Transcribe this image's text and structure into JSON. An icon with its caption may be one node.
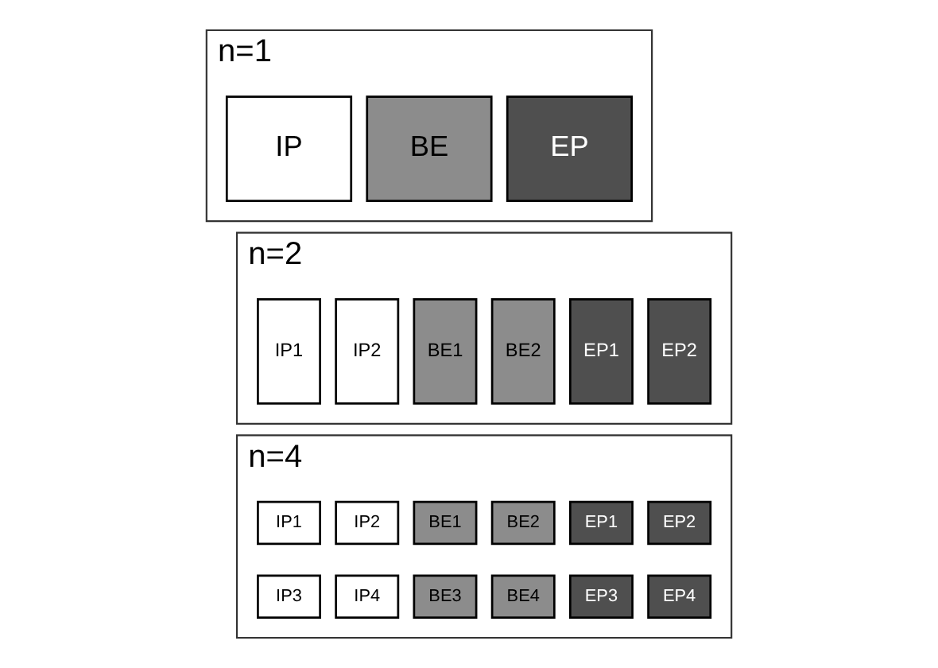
{
  "diagram": {
    "nodes": [
      {
        "text": [
          "n=1"
        ]
      },
      {
        "text": [
          "IP"
        ],
        "in": 0
      },
      {
        "text": [
          "BE"
        ],
        "in": 0
      },
      {
        "text": [
          "EP"
        ],
        "in": 0
      },
      {
        "text": [
          "n=2"
        ]
      },
      {
        "text": [
          "IP1"
        ],
        "in": 4
      },
      {
        "text": [
          "IP2"
        ],
        "in": 4
      },
      {
        "text": [
          "BE1"
        ],
        "in": 4
      },
      {
        "text": [
          "BE2"
        ],
        "in": 4
      },
      {
        "text": [
          "EP1"
        ],
        "in": 4
      },
      {
        "text": [
          "EP2"
        ],
        "in": 4
      },
      {
        "text": [
          "n=4"
        ]
      },
      {
        "text": [
          "IP1"
        ],
        "in": 11
      },
      {
        "text": [
          "IP2"
        ],
        "in": 11
      },
      {
        "text": [
          "IP3"
        ],
        "in": 11
      },
      {
        "text": [
          "IP4"
        ],
        "in": 11
      },
      {
        "text": [
          "BE1"
        ],
        "in": 11
      },
      {
        "text": [
          "BE2"
        ],
        "in": 11
      },
      {
        "text": [
          "BE3"
        ],
        "in": 11
      },
      {
        "text": [
          "BE4"
        ],
        "in": 11
      },
      {
        "text": [
          "EP1"
        ],
        "in": 11
      },
      {
        "text": [
          "EP2"
        ],
        "in": 11
      },
      {
        "text": [
          "EP3"
        ],
        "in": 11
      },
      {
        "text": [
          "EP4"
        ],
        "in": 11
      }
    ]
  }
}
